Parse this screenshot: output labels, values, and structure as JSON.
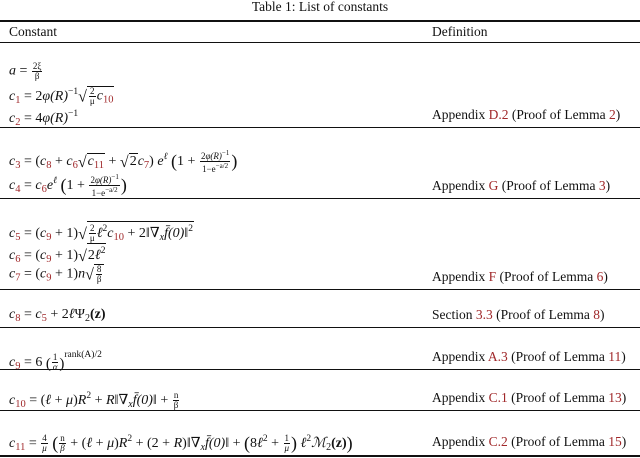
{
  "caption": "Table 1: List of constants",
  "header": {
    "col1": "Constant",
    "col2": "Definition"
  },
  "colors": {
    "link": "#a0282a",
    "text": "#111111",
    "rule": "#111111"
  },
  "rows": [
    {
      "lines": [
        "a = 2ξ/β",
        "c1 = 2φ(R)^{-1} √(2/μ c10)",
        "c2 = 4φ(R)^{-1}"
      ],
      "definition": {
        "prefix": "Appendix",
        "ref": "D.2",
        "mid": "(Proof of Lemma",
        "lemma": "2",
        "suffix": ")"
      }
    },
    {
      "lines": [
        "c3 = (c8 + c6 √c11 + √2 c7) e^ℓ (1 + 2φ(R)^{-1}/(1-e^{-a/2}))",
        "c4 = c6 e^ℓ (1 + 2φ(R)^{-1}/(1-e^{-a/2}))"
      ],
      "definition": {
        "prefix": "Appendix",
        "ref": "G",
        "mid": "(Proof of Lemma",
        "lemma": "3",
        "suffix": ")"
      }
    },
    {
      "lines": [
        "c5 = (c9 + 1) √(2/μ ℓ² c10 + 2‖∇x f̄(0)‖²)",
        "c6 = (c9 + 1) √(2ℓ²)",
        "c7 = (c9 + 1) n √(8/β)"
      ],
      "definition": {
        "prefix": "Appendix",
        "ref": "F",
        "mid": "(Proof of Lemma",
        "lemma": "6",
        "suffix": ")"
      }
    },
    {
      "lines": [
        "c8 = c5 + 2ℓΨ2(z)"
      ],
      "definition": {
        "prefix": "Section",
        "ref": "3.3",
        "mid": "(Proof of Lemma",
        "lemma": "8",
        "suffix": ")"
      }
    },
    {
      "lines": [
        "c9 = 6 (1/α)^{rank(A)/2}"
      ],
      "definition": {
        "prefix": "Appendix",
        "ref": "A.3",
        "mid": "(Proof of Lemma",
        "lemma": "11",
        "suffix": ")"
      }
    },
    {
      "lines": [
        "c10 = (ℓ + μ)R² + R‖∇x f̄(0)‖ + n/β"
      ],
      "definition": {
        "prefix": "Appendix",
        "ref": "C.1",
        "mid": "(Proof of Lemma",
        "lemma": "13",
        "suffix": ")"
      }
    },
    {
      "lines": [
        "c11 = 4/μ (n/β + (ℓ + μ)R² + (2 + R)‖∇x f̄(0)‖ + (8ℓ² + 1/μ) ℓ² M2(z))"
      ],
      "definition": {
        "prefix": "Appendix",
        "ref": "C.2",
        "mid": "(Proof of Lemma",
        "lemma": "15",
        "suffix": ")"
      }
    }
  ],
  "symbols": {
    "a": "a",
    "c": "c",
    "eq": " = ",
    "plus": " + ",
    "two": "2",
    "four": "4",
    "six": "6",
    "one": "1",
    "xi2": "2ξ",
    "beta": "β",
    "mu": "μ",
    "phiR": "φ(R)",
    "neg1": "−1",
    "ell": "ℓ",
    "e": "e",
    "sq": "2",
    "n": "n",
    "eight": "8",
    "alpha": "α",
    "rankA2": "rank(A)/2",
    "R": "R",
    "normGrad": "‖∇",
    "x": "x",
    "fbar0": "f̄(0)‖",
    "Psi": "Ψ",
    "z": "(z)",
    "M": "ℳ",
    "oneMinusExp": "1−e",
    "negA2": "−a/2",
    "lparen": "(",
    "rparen": ")",
    "idx": {
      "1": "1",
      "2": "2",
      "3": "3",
      "4": "4",
      "5": "5",
      "6": "6",
      "7": "7",
      "8": "8",
      "9": "9",
      "10": "10",
      "11": "11"
    }
  }
}
